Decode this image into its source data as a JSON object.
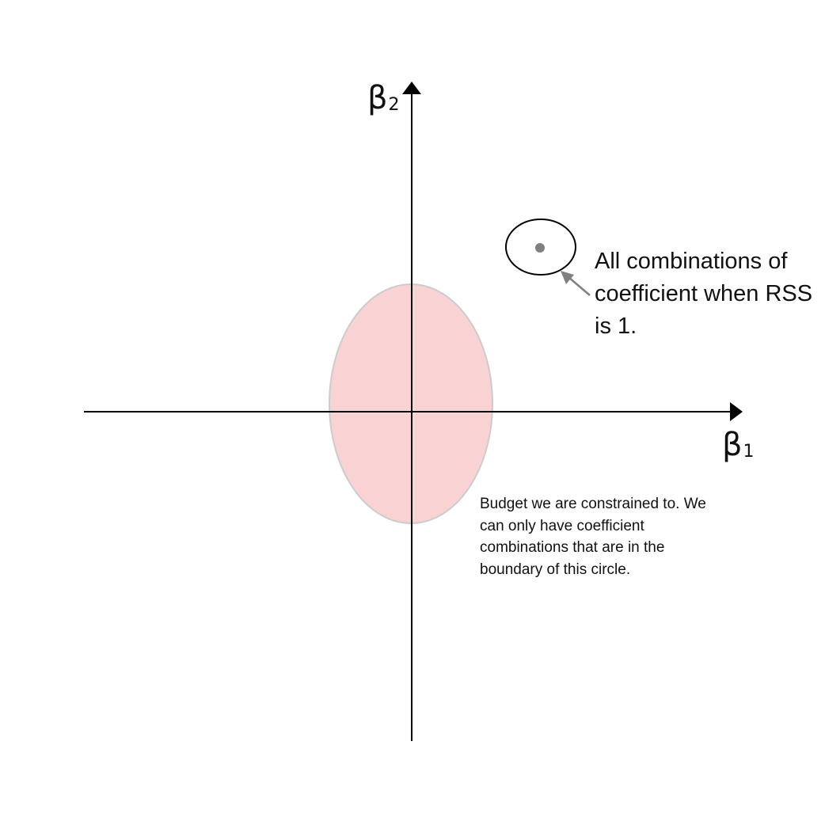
{
  "axes": {
    "x": {
      "symbol": "β",
      "subscript": "1"
    },
    "y": {
      "symbol": "β",
      "subscript": "2"
    }
  },
  "annotations": {
    "rss": "All combinations of coefficient when RSS is 1.",
    "budget": "Budget we are constrained to. We can only have coefficient combinations that are in the boundary of this circle."
  },
  "colors": {
    "axis": "#000000",
    "budget_fill": "#f9d2d4",
    "budget_stroke": "#cccccc",
    "rss_contour": "#000000",
    "estimate_point": "#808080",
    "pointer_arrow": "#808080"
  }
}
